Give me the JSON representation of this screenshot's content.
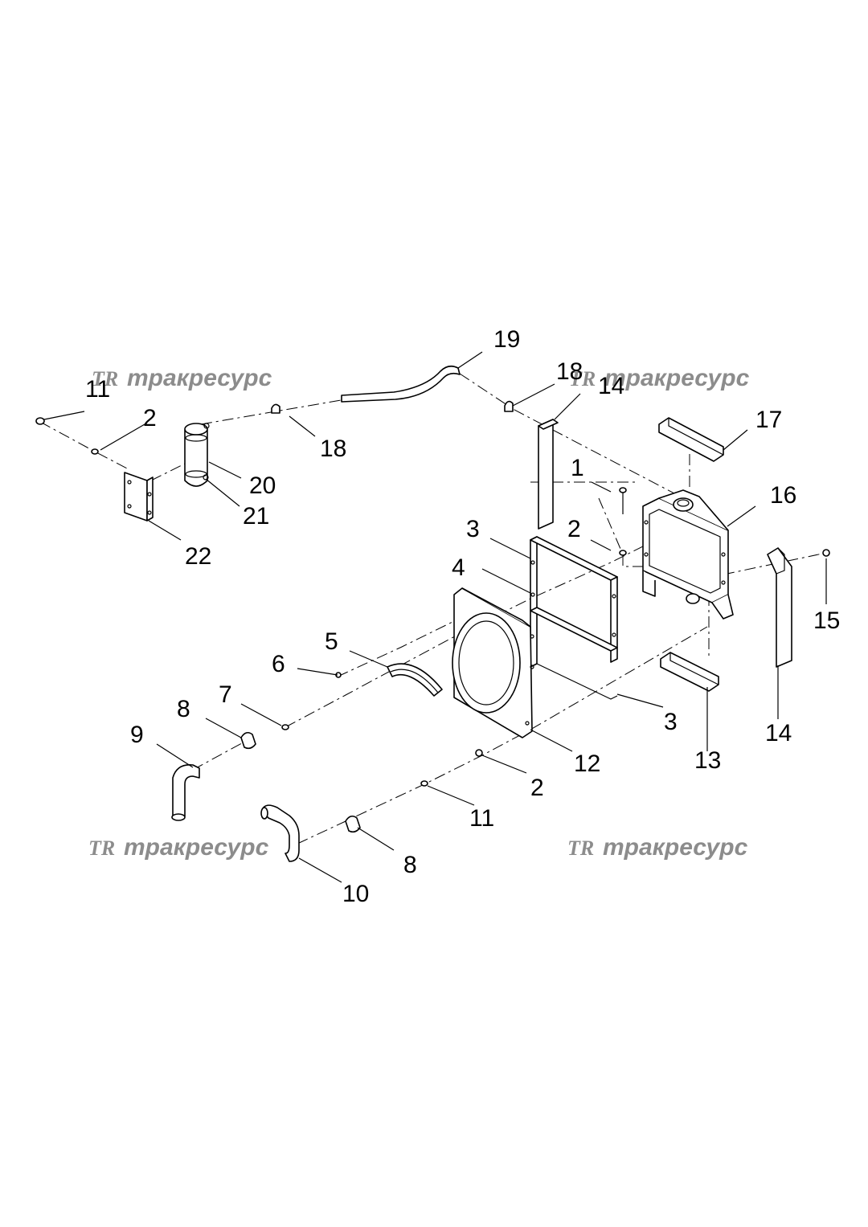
{
  "watermark": {
    "logo": "TR",
    "text": "тракресурс"
  },
  "callouts": {
    "c1": "1",
    "c2a": "2",
    "c2b": "2",
    "c2c": "2",
    "c3a": "3",
    "c3b": "3",
    "c4": "4",
    "c5": "5",
    "c6": "6",
    "c7": "7",
    "c8a": "8",
    "c8b": "8",
    "c9": "9",
    "c10": "10",
    "c11a": "11",
    "c11b": "11",
    "c12": "12",
    "c13": "13",
    "c14a": "14",
    "c14b": "14",
    "c15": "15",
    "c16": "16",
    "c17": "17",
    "c18a": "18",
    "c18b": "18",
    "c19": "19",
    "c20": "20",
    "c21": "21",
    "c22": "22"
  }
}
